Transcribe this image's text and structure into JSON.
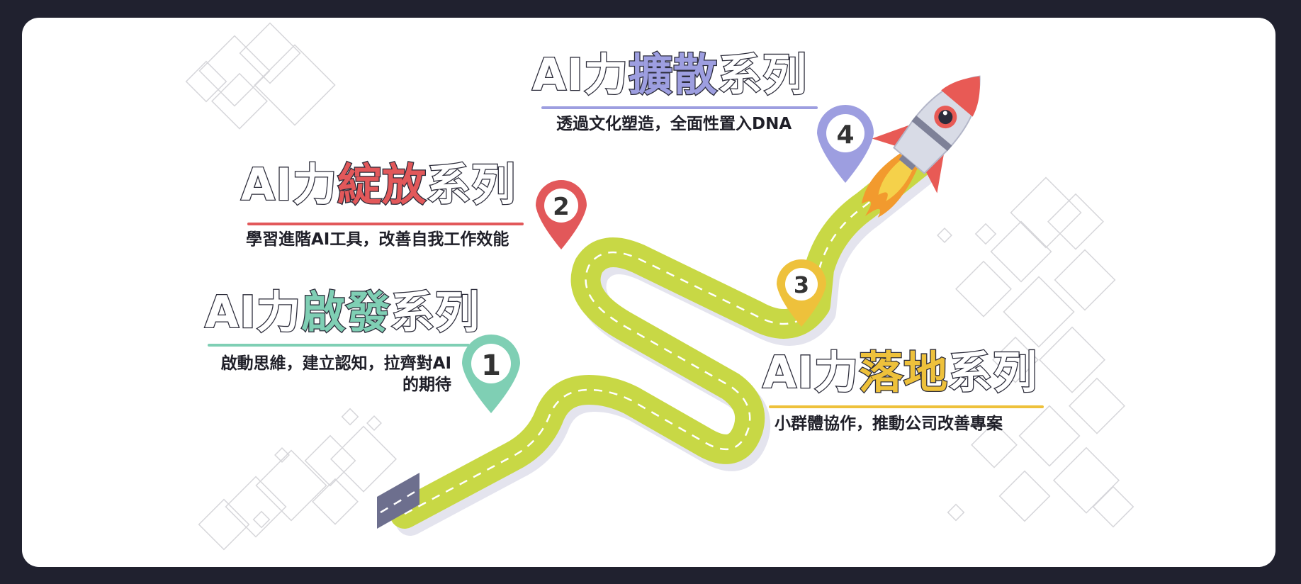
{
  "series": [
    {
      "number": "1",
      "prefix": "AI力",
      "keyword": "啟發",
      "suffix": "系列",
      "desc_line1": "啟動思維，建立認知，拉齊對AI",
      "desc_line2": "的期待",
      "color": "#7fcfb4"
    },
    {
      "number": "2",
      "prefix": "AI力",
      "keyword": "綻放",
      "suffix": "系列",
      "desc_line1": "學習進階AI工具，改善自我工作效能",
      "color": "#e2585a"
    },
    {
      "number": "3",
      "prefix": "AI力",
      "keyword": "落地",
      "suffix": "系列",
      "desc_line1": "小群體協作，推動公司改善專案",
      "color": "#eec13b"
    },
    {
      "number": "4",
      "prefix": "AI力",
      "keyword": "擴散",
      "suffix": "系列",
      "desc_line1": "透過文化塑造，全面性置入DNA",
      "color": "#9d9ee0"
    }
  ],
  "colors": {
    "road": "#c8d845",
    "road_start": "#6d6f8e",
    "road_shadow": "#e4e4ee",
    "background": "#20212f",
    "card": "#ffffff",
    "pattern": "#d6d6da"
  },
  "icons": {
    "marker": "map-pin-icon",
    "rocket": "rocket-icon"
  }
}
